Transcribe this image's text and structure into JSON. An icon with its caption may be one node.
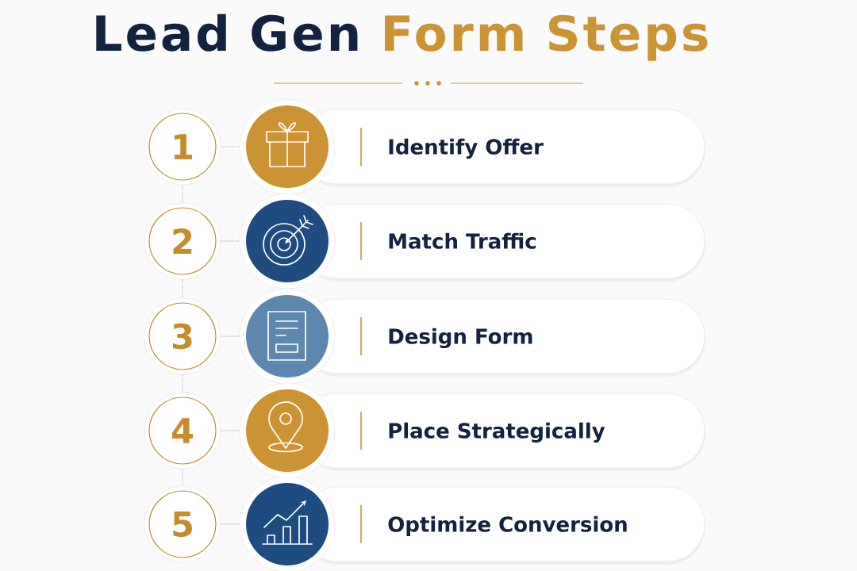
{
  "diagram": {
    "title": "Lead Gen Form Steps",
    "nodes": [
      {
        "text": [
          "1"
        ]
      },
      {
        "text": [],
        "shape": "circle"
      },
      {
        "text": [
          "Identify Offer"
        ]
      },
      {
        "text": [
          "2"
        ]
      },
      {
        "text": [],
        "shape": "circle"
      },
      {
        "text": [
          "Match Traffic"
        ]
      },
      {
        "text": [
          "3"
        ]
      },
      {
        "text": [],
        "shape": "circle"
      },
      {
        "text": [
          "Design Form"
        ]
      },
      {
        "text": [
          "4"
        ]
      },
      {
        "text": [],
        "shape": "circle"
      },
      {
        "text": [
          "Place Strategically"
        ]
      },
      {
        "text": [
          "5"
        ]
      },
      {
        "text": [],
        "shape": "circle"
      },
      {
        "text": [
          "Optimize Conversion"
        ]
      }
    ],
    "edges": [
      {
        "from": 0,
        "to": 1,
        "arrow": "none",
        "color": "#dcdfe4"
      },
      {
        "from": 0,
        "to": 3,
        "arrow": "none",
        "style": "dashed"
      },
      {
        "from": 3,
        "to": 4,
        "arrow": "none",
        "style": "dashed"
      },
      {
        "from": 3,
        "to": 6,
        "arrow": "none",
        "style": "dashed"
      },
      {
        "from": 6,
        "to": 7,
        "arrow": "none",
        "style": "dashed"
      },
      {
        "from": 6,
        "to": 9,
        "arrow": "none",
        "style": "dashed"
      },
      {
        "from": 9,
        "to": 10,
        "arrow": "none",
        "style": "dashed"
      },
      {
        "from": 9,
        "to": 12,
        "arrow": "none",
        "style": "dashed"
      },
      {
        "from": 12,
        "to": 13,
        "arrow": "none",
        "style": "dashed"
      }
    ]
  }
}
